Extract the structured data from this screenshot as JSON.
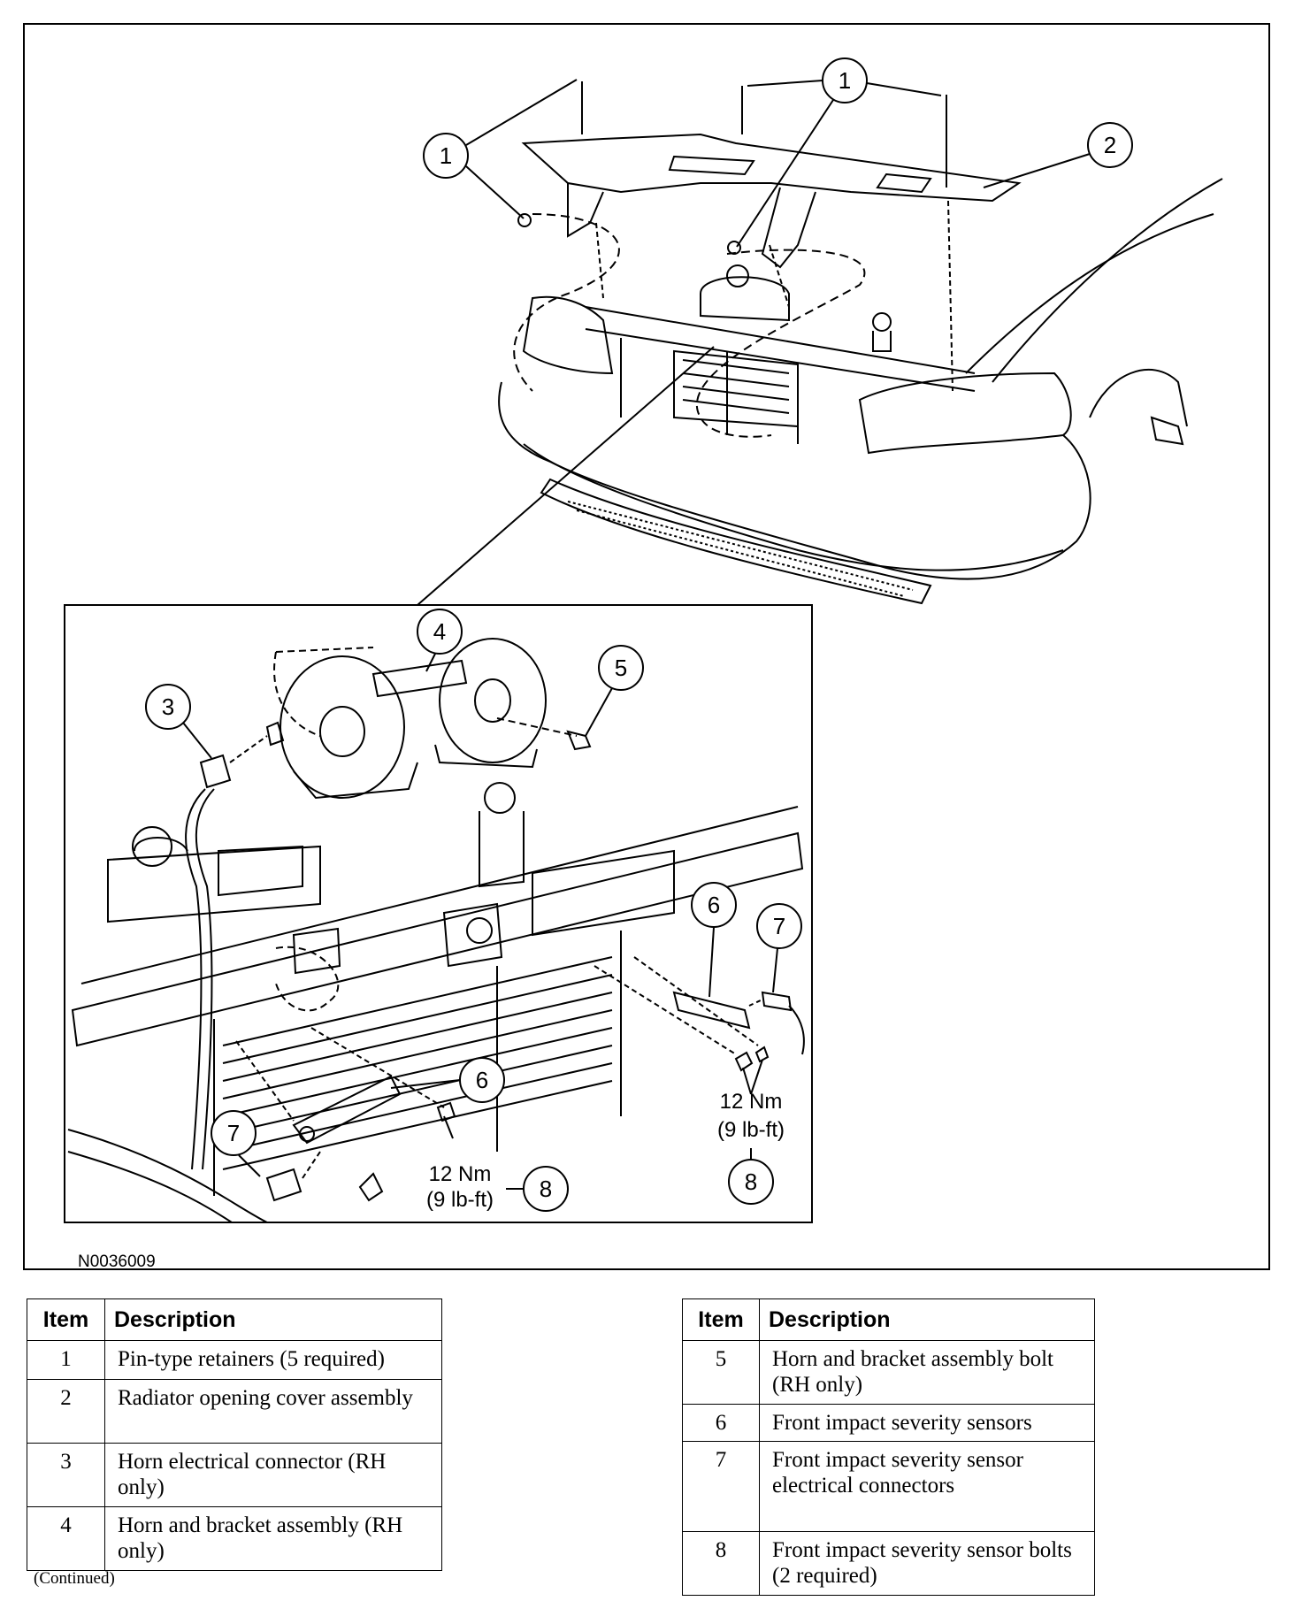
{
  "figure": {
    "id": "N0036009",
    "callouts": {
      "c1": "1",
      "c2": "2",
      "c3": "3",
      "c4": "4",
      "c5": "5",
      "c6": "6",
      "c7": "7",
      "c8": "8"
    },
    "torque": {
      "metric": "12 Nm",
      "imperial": "(9 lb-ft)"
    }
  },
  "legend": {
    "header_item": "Item",
    "header_description": "Description",
    "rows_left": [
      {
        "item": "1",
        "description": "Pin-type retainers (5 required)"
      },
      {
        "item": "2",
        "description": "Radiator opening cover assembly"
      },
      {
        "item": "3",
        "description": "Horn electrical connector (RH only)"
      },
      {
        "item": "4",
        "description": "Horn and bracket assembly (RH only)"
      }
    ],
    "rows_right": [
      {
        "item": "5",
        "description": "Horn and bracket assembly bolt (RH only)"
      },
      {
        "item": "6",
        "description": "Front impact severity sensors"
      },
      {
        "item": "7",
        "description": "Front impact severity sensor electrical connectors"
      },
      {
        "item": "8",
        "description": "Front impact severity sensor bolts (2 required)"
      }
    ]
  },
  "footer": {
    "continued": "(Continued)"
  }
}
